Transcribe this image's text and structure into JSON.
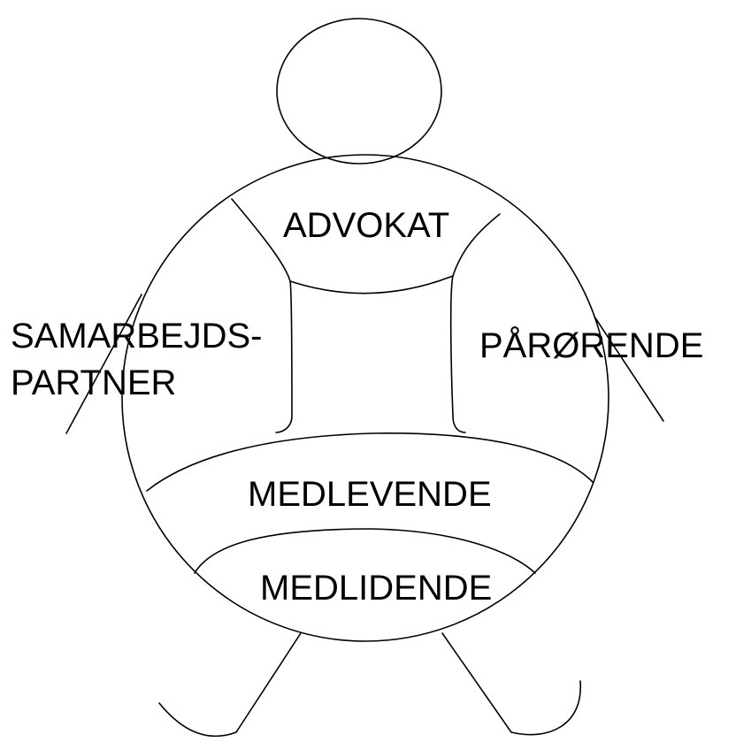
{
  "diagram": {
    "labels": {
      "advokat": "ADVOKAT",
      "samarbejds_line1": "SAMARBEJDS-",
      "samarbejds_line2": "PARTNER",
      "paarorende": "PÅRØRENDE",
      "medlevende": "MEDLEVENDE",
      "medlidende": "MEDLIDENDE"
    },
    "colors": {
      "stroke": "#000000",
      "background": "#ffffff",
      "text": "#000000"
    }
  }
}
